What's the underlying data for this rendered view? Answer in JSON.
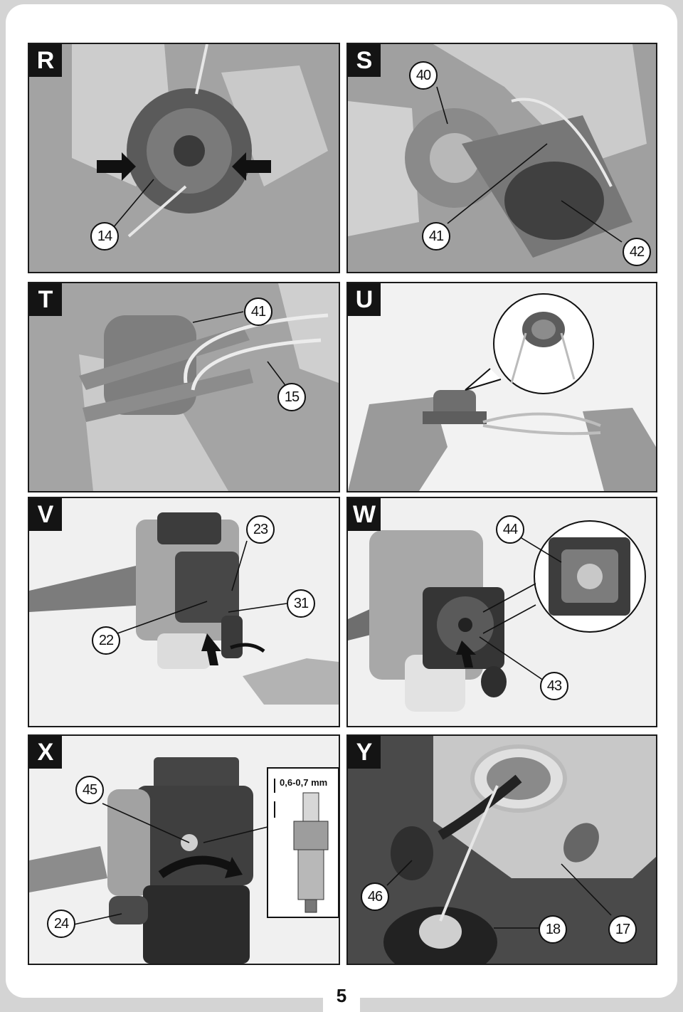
{
  "page_number": "5",
  "panels": [
    {
      "letter": "R",
      "callouts": [
        "14"
      ]
    },
    {
      "letter": "S",
      "callouts": [
        "40",
        "41",
        "42"
      ]
    },
    {
      "letter": "T",
      "callouts": [
        "41",
        "15"
      ]
    },
    {
      "letter": "U",
      "callouts": []
    },
    {
      "letter": "V",
      "callouts": [
        "23",
        "31",
        "22"
      ]
    },
    {
      "letter": "W",
      "callouts": [
        "44",
        "43"
      ]
    },
    {
      "letter": "X",
      "callouts": [
        "45",
        "24"
      ],
      "gap_label": "0,6-0,7 mm"
    },
    {
      "letter": "Y",
      "callouts": [
        "46",
        "18",
        "17"
      ]
    }
  ]
}
